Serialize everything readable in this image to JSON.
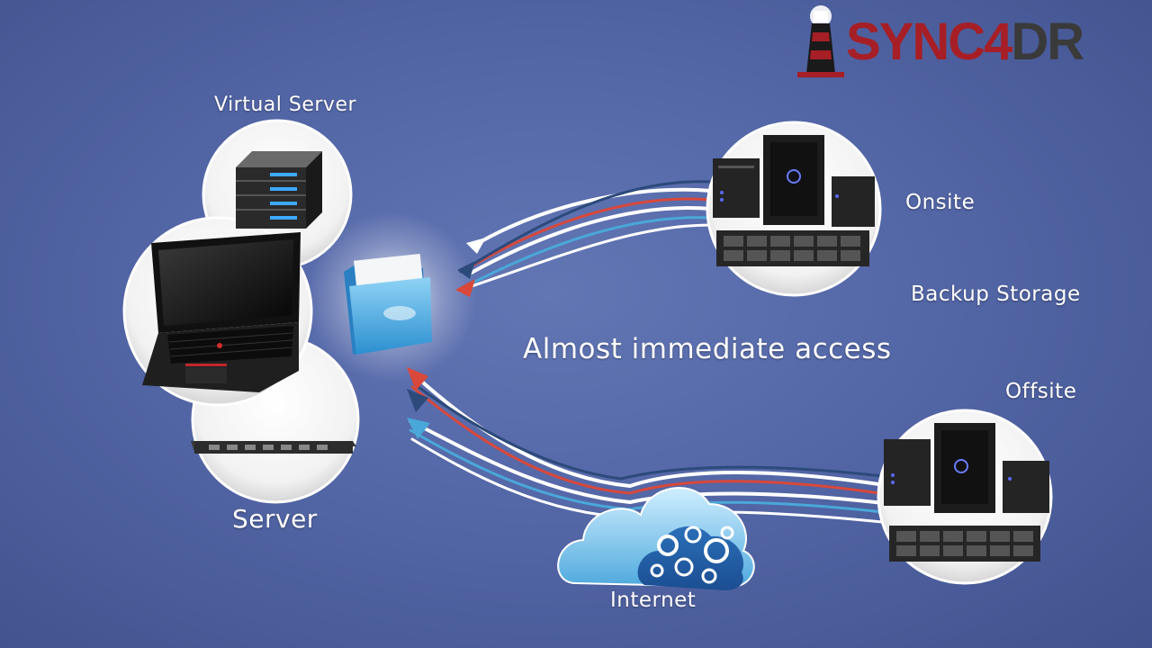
{
  "labels": {
    "virtual_server": "Virtual Server",
    "server": "Server",
    "onsite": "Onsite",
    "backup_storage": "Backup Storage",
    "offsite": "Offsite",
    "access": "Almost immediate access",
    "internet": "Internet"
  },
  "logo": {
    "sync": "SYNC4",
    "dr": "DR"
  },
  "colors": {
    "background": "#5366a6",
    "logo_red": "#a61f26",
    "logo_dark": "#3a3a3a",
    "arrow_red": "#d9483a",
    "arrow_blue": "#4aa8d8",
    "arrow_navy": "#2c4a7a",
    "arrow_white": "#ffffff"
  },
  "icons": [
    "server-rack-icon",
    "laptop-icon",
    "rack-server-icon",
    "folder-icon",
    "nas-storage-icon",
    "cloud-icon",
    "gears-icon",
    "lighthouse-icon"
  ]
}
